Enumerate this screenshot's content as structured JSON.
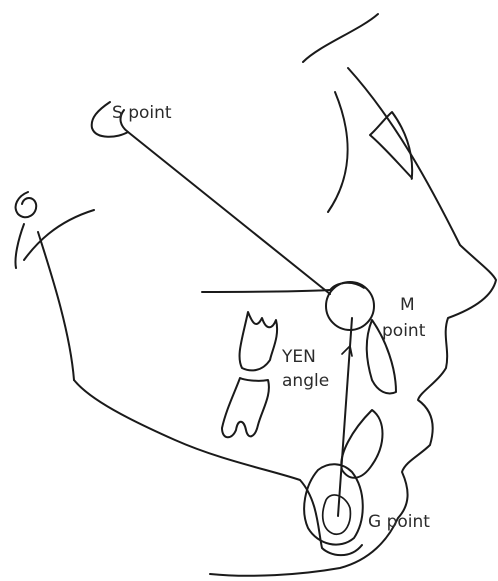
{
  "labels": {
    "s_point": "S point",
    "m_point_line1": "M",
    "m_point_line2": "point",
    "yen_line1": "YEN",
    "yen_line2": "angle",
    "g_point": "G point"
  },
  "colors": {
    "line": "#1a1a1a",
    "text": "#2b2b2b",
    "background": "#ffffff"
  }
}
